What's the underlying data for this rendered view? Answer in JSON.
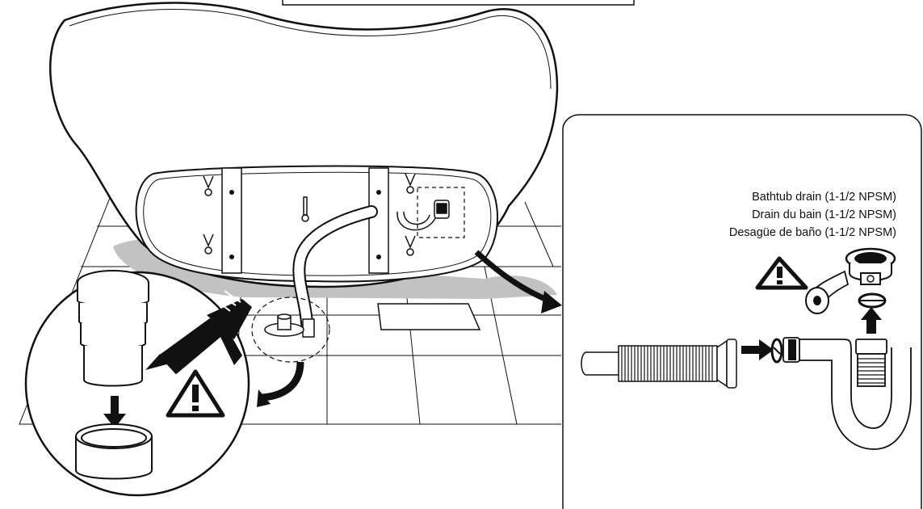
{
  "colors": {
    "ink": "#111111",
    "floor_gray": "#c2c2c2",
    "background": "#ffffff"
  },
  "drain_label": {
    "line_en": "Bathtub drain (1-1/2 NPSM)",
    "line_fr": "Drain du bain (1-1/2 NPSM)",
    "line_es": "Desagüe de baño (1-1/2 NPSM)"
  },
  "icons": [
    "warning-triangle-icon",
    "arrow-icon",
    "sealant-tube-icon",
    "teflon-tape-icon"
  ]
}
